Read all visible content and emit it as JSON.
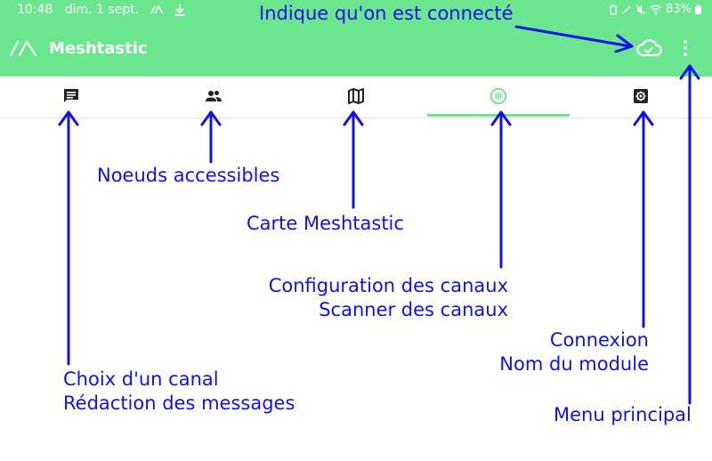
{
  "status_bar": {
    "time": "10:48",
    "date": "dim. 1 sept.",
    "battery": "83%"
  },
  "app_bar": {
    "title": "Meshtastic"
  },
  "tabs": [
    {
      "icon": "message-icon"
    },
    {
      "icon": "people-icon"
    },
    {
      "icon": "map-icon"
    },
    {
      "icon": "channel-icon"
    },
    {
      "icon": "settings-icon"
    }
  ],
  "selected_tab": 3,
  "annotations": {
    "connected": "Indique qu'on est connecté",
    "nodes": "Noeuds accessibles",
    "map": "Carte Meshtastic",
    "channels_line1": "Configuration des canaux",
    "channels_line2": "Scanner des canaux",
    "connection_line1": "Connexion",
    "connection_line2": "Nom du module",
    "messages_line1": "Choix d'un canal",
    "messages_line2": "Rédaction des messages",
    "menu": "Menu principal"
  },
  "colors": {
    "accent": "#6be68f",
    "annotation": "#1010e8",
    "icon": "#222222"
  }
}
